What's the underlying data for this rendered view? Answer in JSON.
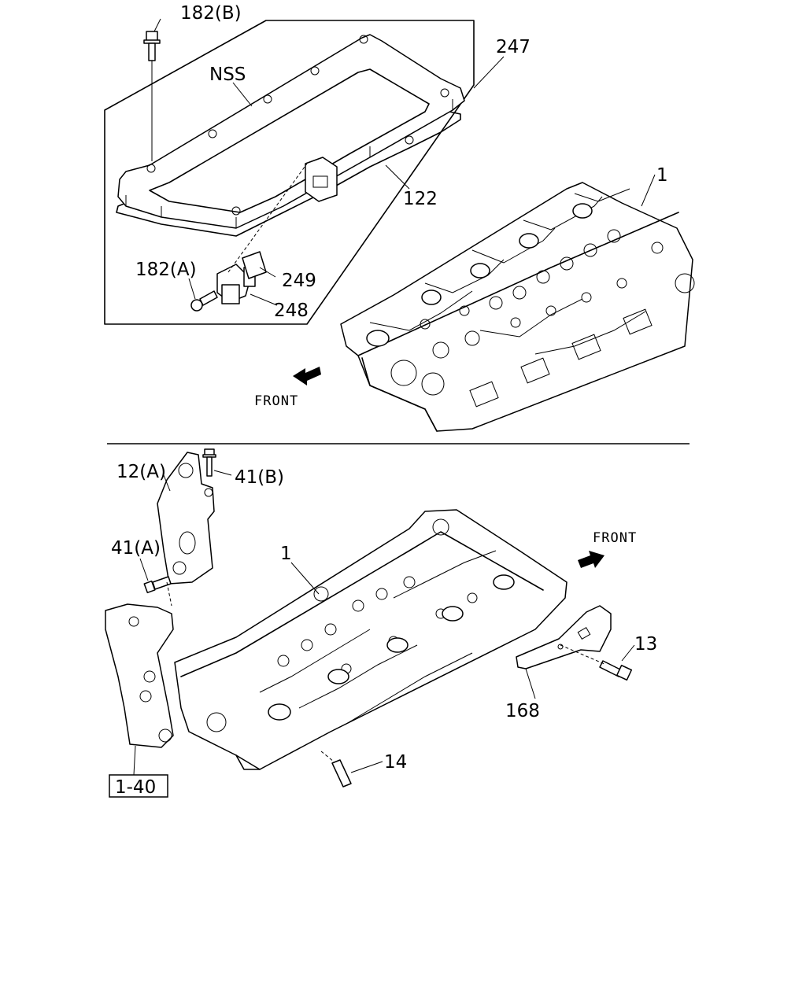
{
  "labels": {
    "top": {
      "bolt_b": "182(B)",
      "nss": "NSS",
      "gasket_set": "247",
      "gasket": "122",
      "head": "1",
      "bolt_a": "182(A)",
      "label_249": "249",
      "sensor_248": "248",
      "front": "FRONT"
    },
    "bottom": {
      "bracket": "12(A)",
      "bolt_41b": "41(B)",
      "bolt_41a": "41(A)",
      "head": "1",
      "front": "FRONT",
      "bolt_13": "13",
      "bracket_168": "168",
      "stud_14": "14",
      "ref_box": "1-40"
    }
  }
}
